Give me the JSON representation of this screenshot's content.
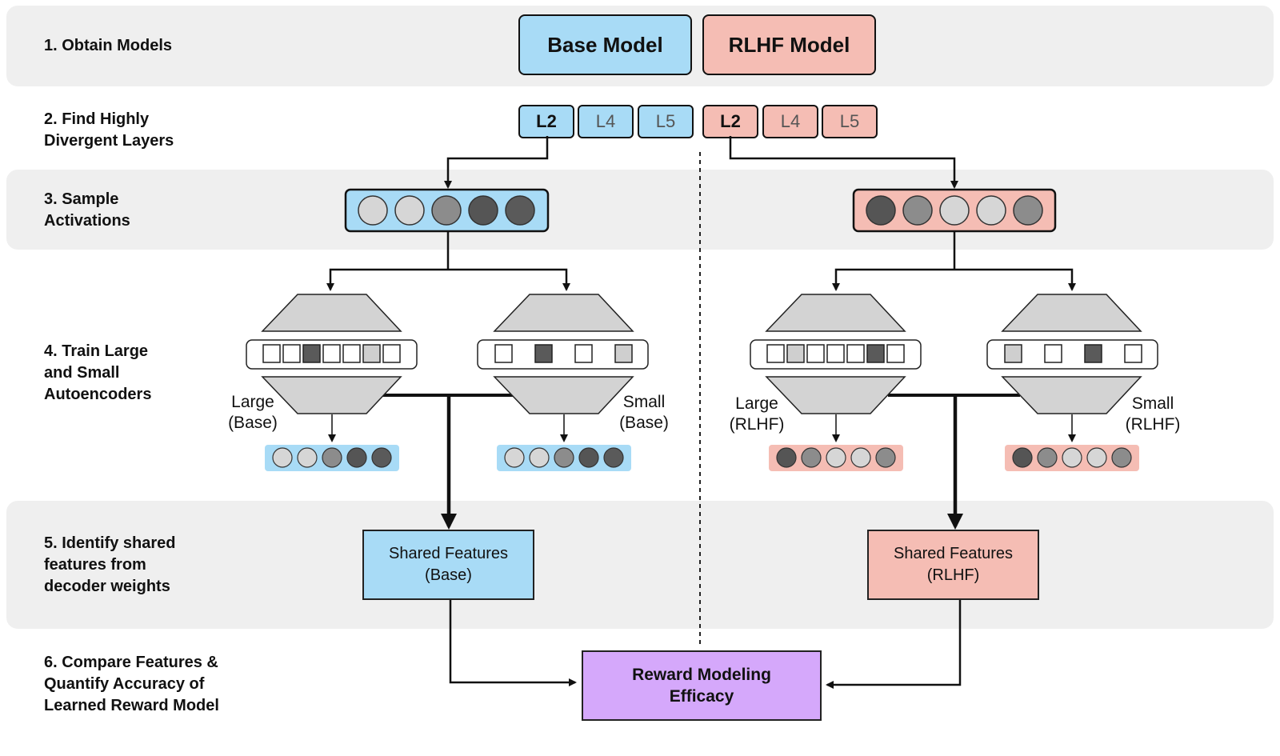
{
  "steps": {
    "s1": "1. Obtain Models",
    "s2": "2. Find Highly\nDivergent Layers",
    "s3": "3. Sample\nActivations",
    "s4": "4. Train Large\nand Small\nAutoencoders",
    "s5": "5. Identify shared\nfeatures from\ndecoder weights",
    "s6": "6. Compare Features &\nQuantify Accuracy of\nLearned Reward Model"
  },
  "models": {
    "base": "Base Model",
    "rlhf": "RLHF Model"
  },
  "layers": {
    "base": [
      "L2",
      "L4",
      "L5"
    ],
    "rlhf": [
      "L2",
      "L4",
      "L5"
    ]
  },
  "autoencoders": {
    "large_base": "Large\n(Base)",
    "small_base": "Small\n(Base)",
    "large_rlhf": "Large\n(RLHF)",
    "small_rlhf": "Small\n(RLHF)"
  },
  "shared": {
    "base": "Shared Features\n(Base)",
    "rlhf": "Shared Features\n(RLHF)"
  },
  "result": "Reward Modeling\nEfficacy",
  "colors": {
    "blue": "#a8dbf6",
    "pink": "#f5bdb4",
    "purple": "#d5a8fb",
    "band": "#efefef"
  }
}
